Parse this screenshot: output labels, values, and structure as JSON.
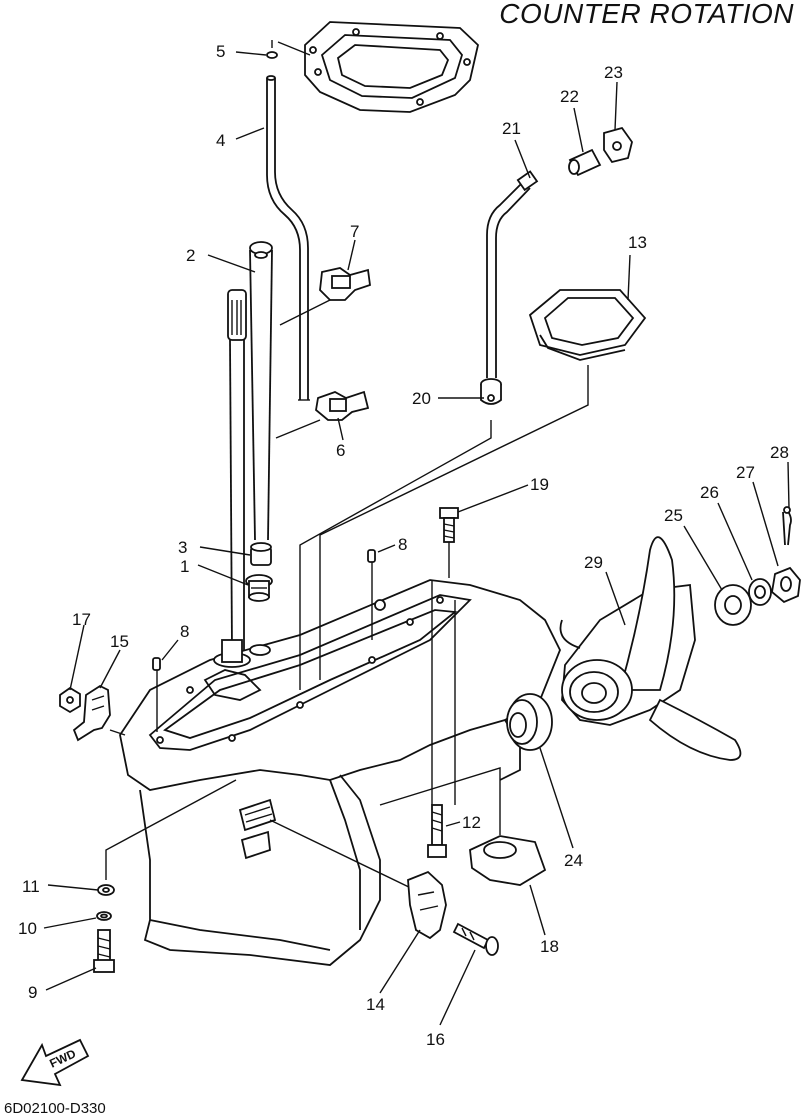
{
  "diagram": {
    "title": "COUNTER ROTATION",
    "drawing_code": "6D02100-D330",
    "fwd_label": "FWD",
    "callouts": [
      {
        "id": "1",
        "label": "1"
      },
      {
        "id": "2",
        "label": "2"
      },
      {
        "id": "3",
        "label": "3"
      },
      {
        "id": "4",
        "label": "4"
      },
      {
        "id": "5",
        "label": "5"
      },
      {
        "id": "6",
        "label": "6"
      },
      {
        "id": "7",
        "label": "7"
      },
      {
        "id": "8a",
        "label": "8"
      },
      {
        "id": "8b",
        "label": "8"
      },
      {
        "id": "9",
        "label": "9"
      },
      {
        "id": "10",
        "label": "10"
      },
      {
        "id": "11",
        "label": "11"
      },
      {
        "id": "12",
        "label": "12"
      },
      {
        "id": "13",
        "label": "13"
      },
      {
        "id": "14",
        "label": "14"
      },
      {
        "id": "15",
        "label": "15"
      },
      {
        "id": "16",
        "label": "16"
      },
      {
        "id": "17",
        "label": "17"
      },
      {
        "id": "18",
        "label": "18"
      },
      {
        "id": "19",
        "label": "19"
      },
      {
        "id": "20",
        "label": "20"
      },
      {
        "id": "21",
        "label": "21"
      },
      {
        "id": "22",
        "label": "22"
      },
      {
        "id": "23",
        "label": "23"
      },
      {
        "id": "24",
        "label": "24"
      },
      {
        "id": "25",
        "label": "25"
      },
      {
        "id": "26",
        "label": "26"
      },
      {
        "id": "27",
        "label": "27"
      },
      {
        "id": "28",
        "label": "28"
      },
      {
        "id": "29",
        "label": "29"
      }
    ]
  }
}
